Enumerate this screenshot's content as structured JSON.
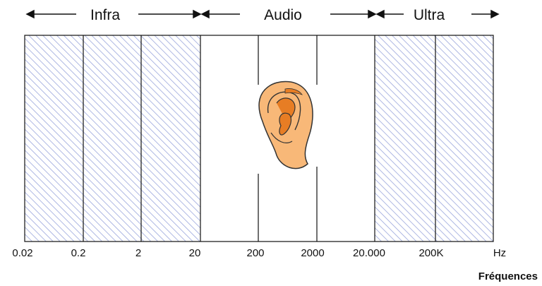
{
  "bands": [
    {
      "label": "Infra"
    },
    {
      "label": "Audio"
    },
    {
      "label": "Ultra"
    }
  ],
  "ticks": [
    "0.02",
    "0.2",
    "2",
    "20",
    "200",
    "2000",
    "20.000",
    "200K",
    "Hz"
  ],
  "x_axis_title": "Fréquences",
  "colors": {
    "hatch_line": "#9aa6dc",
    "border": "#111111",
    "ear_skin": "#f8b878",
    "ear_inner": "#e77d24"
  },
  "icon": "ear-icon"
}
